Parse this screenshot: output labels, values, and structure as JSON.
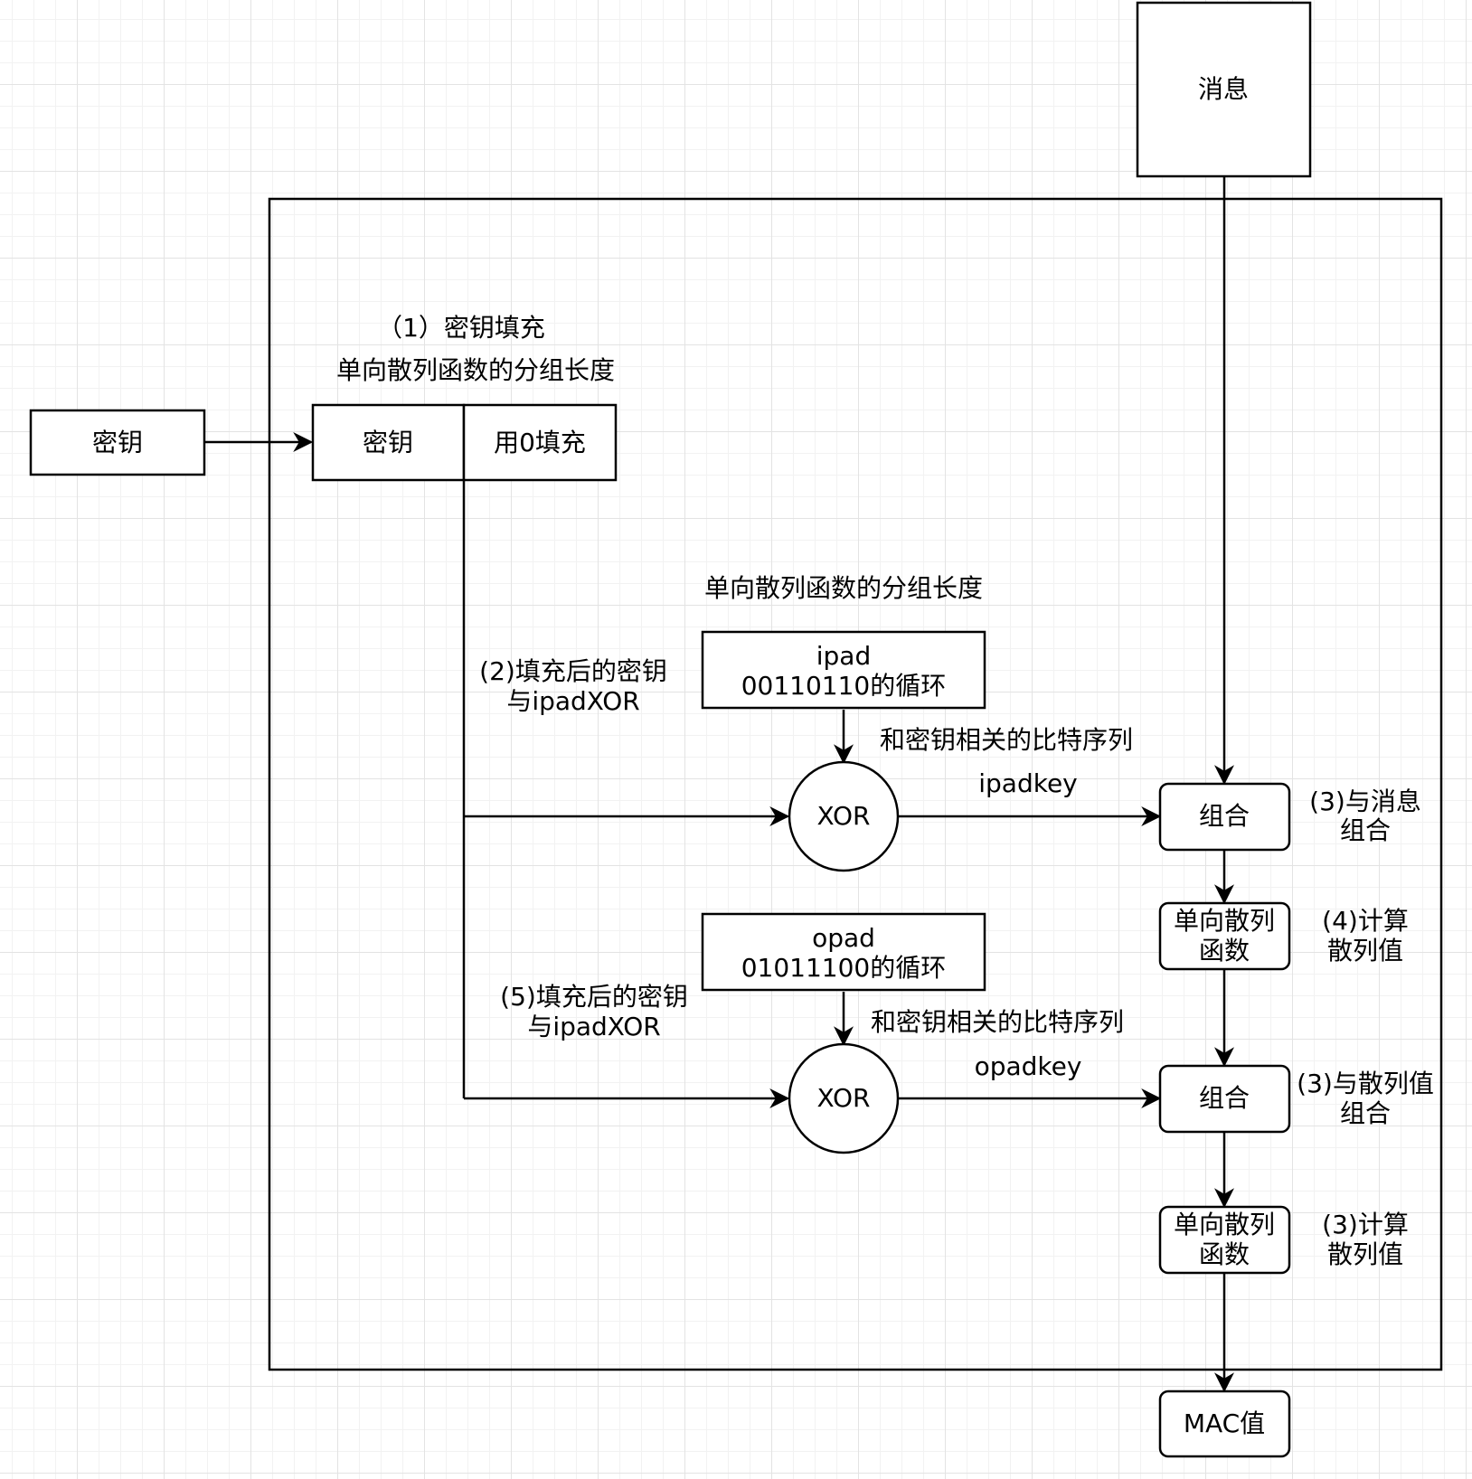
{
  "nodes": {
    "message": "消息",
    "key_input": "密钥",
    "padded_key_left": "密钥",
    "padded_key_right": "用0填充",
    "ipad_line1": "ipad",
    "ipad_line2": "00110110的循环",
    "opad_line1": "opad",
    "opad_line2": "01011100的循环",
    "xor1": "XOR",
    "xor2": "XOR",
    "combine1": "组合",
    "hash1_line1": "单向散列",
    "hash1_line2": "函数",
    "combine2": "组合",
    "hash2_line1": "单向散列",
    "hash2_line2": "函数",
    "mac": "MAC值"
  },
  "labels": {
    "step1_title": "（1）密钥填充",
    "block_length_top": "单向散列函数的分组长度",
    "block_length_mid": "单向散列函数的分组长度",
    "step2_line1": "(2)填充后的密钥",
    "step2_line2": "与ipadXOR",
    "step5_line1": "(5)填充后的密钥",
    "step5_line2": "与ipadXOR",
    "bits_seq_1": "和密钥相关的比特序列",
    "bits_seq_2": "和密钥相关的比特序列",
    "ipadkey": "ipadkey",
    "opadkey": "opadkey",
    "step3a_line1": "(3)与消息",
    "step3a_line2": "组合",
    "step4_line1": "(4)计算",
    "step4_line2": "散列值",
    "step3b_line1": "(3)与散列值",
    "step3b_line2": "组合",
    "step3c_line1": "(3)计算",
    "step3c_line2": "散列值"
  }
}
